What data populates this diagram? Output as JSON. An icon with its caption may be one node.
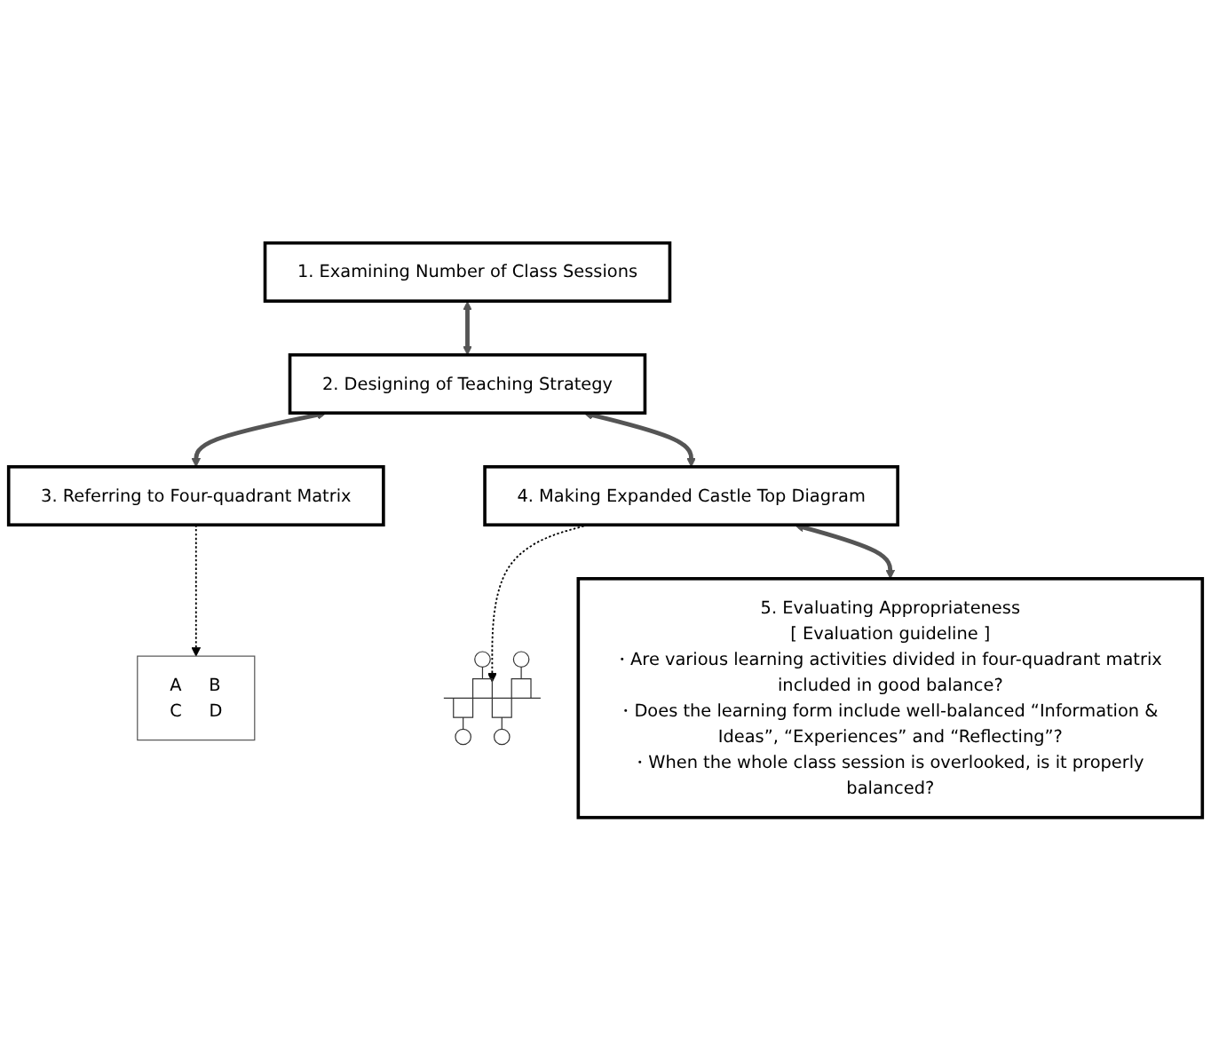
{
  "diagram": {
    "nodes": [
      {
        "text": [
          "1. Examining Number of Class Sessions"
        ]
      },
      {
        "text": [
          "2. Designing of Teaching Strategy"
        ]
      },
      {
        "text": [
          "3. Referring to Four-quadrant Matrix"
        ]
      },
      {
        "text": [
          "A",
          "B",
          "C",
          "D"
        ]
      },
      {
        "text": [
          "4. Making Expanded Castle Top Diagram"
        ]
      },
      {
        "text": [],
        "shape": "picture"
      },
      {
        "text": [
          "5. Evaluating Appropriateness",
          "[ Evaluation guideline ]",
          "・Are various learning activities divided in four-quadrant matrix included in good balance?",
          "・Does the learning form include well-balanced “Information & Ideas”, “Experiences” and “Reflecting”?",
          "・When the whole class session is overlooked, is it properly balanced?"
        ]
      }
    ],
    "edges": [
      {
        "from": 0,
        "to": 1,
        "arrow": "both"
      },
      {
        "from": 1,
        "to": 2,
        "arrow": "both"
      },
      {
        "from": 2,
        "to": 3,
        "arrow": "to",
        "style": "dashed"
      },
      {
        "from": 1,
        "to": 4,
        "arrow": "both"
      },
      {
        "from": 4,
        "to": 5,
        "arrow": "to",
        "style": "dashed"
      },
      {
        "from": 4,
        "to": 6,
        "arrow": "both"
      }
    ]
  }
}
